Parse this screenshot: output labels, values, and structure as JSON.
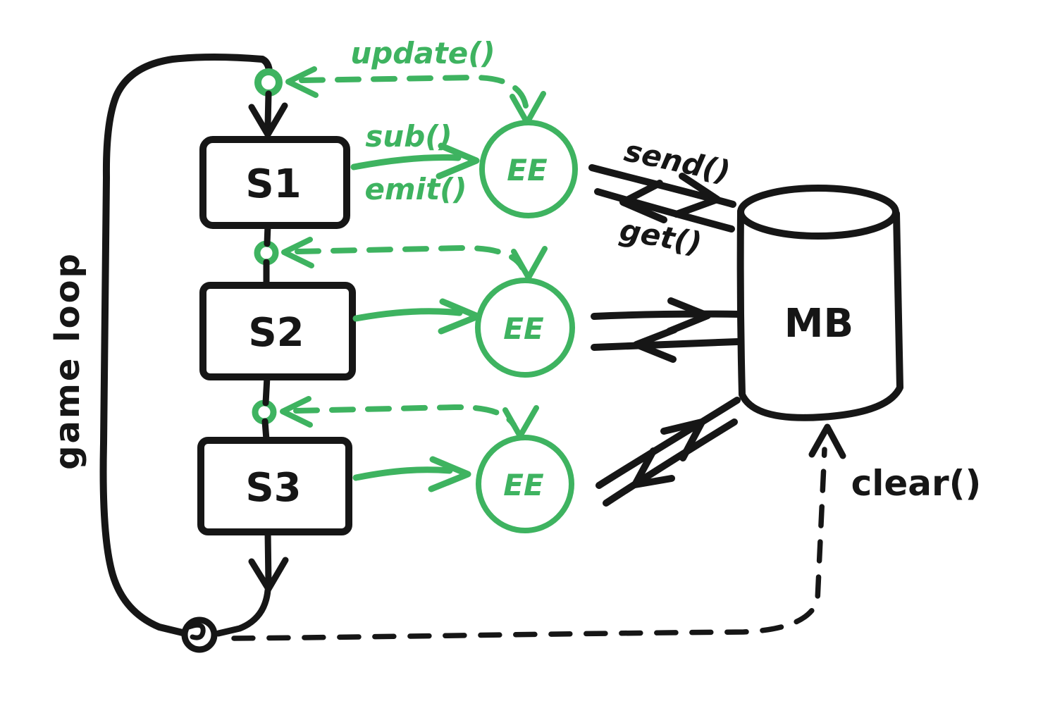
{
  "colors": {
    "ink": "#161616",
    "green": "#3eb360",
    "bg": "#ffffff"
  },
  "loop": {
    "label": "game loop"
  },
  "systems": [
    {
      "label": "S1"
    },
    {
      "label": "S2"
    },
    {
      "label": "S3"
    }
  ],
  "emitters": [
    {
      "label": "EE"
    },
    {
      "label": "EE"
    },
    {
      "label": "EE"
    }
  ],
  "bus": {
    "label": "MB"
  },
  "calls": {
    "update": "update()",
    "sub": "sub()",
    "emit": "emit()",
    "send": "send()",
    "get": "get()",
    "clear": "clear()"
  }
}
